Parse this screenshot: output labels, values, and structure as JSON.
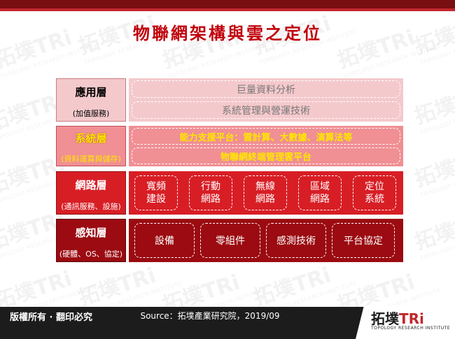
{
  "title": "物聯網架構與雲之定位",
  "watermark": {
    "brand": "拓墣TRi",
    "sub": "TOPOLOGY RESEARCH INSTITUTE"
  },
  "layers": [
    {
      "name": "應用層",
      "sub": "(加值服務)",
      "rows": [
        "巨量資料分析",
        "系統管理與營運技術"
      ]
    },
    {
      "name": "系統層",
      "sub": "(資料運算與儲存)",
      "rows": [
        "能力支援平台：雲計算、大數據、演算法等",
        "物聯網終端管理雲平台"
      ]
    },
    {
      "name": "網路層",
      "sub": "(通訊服務、設施)",
      "cells": [
        "寬頻\n建設",
        "行動\n網路",
        "無線\n網路",
        "區域\n網路",
        "定位\n系統"
      ]
    },
    {
      "name": "感知層",
      "sub": "(硬體、OS、協定)",
      "cells": [
        "設備",
        "零組件",
        "感測技術",
        "平台協定"
      ]
    }
  ],
  "footer": {
    "copyright": "版權所有 · 翻印必究",
    "source": "Source：拓墣產業研究院，2019/09",
    "logo": "拓墣",
    "logo_accent": "TRi",
    "logo_sub": "TOPOLOGY RESEARCH INSTITUTE"
  },
  "colors": {
    "application": "#f4c9cc",
    "system": "#f08f94",
    "network": "#d81e25",
    "perception": "#9b0b11",
    "highlight_text": "#ffe600"
  }
}
